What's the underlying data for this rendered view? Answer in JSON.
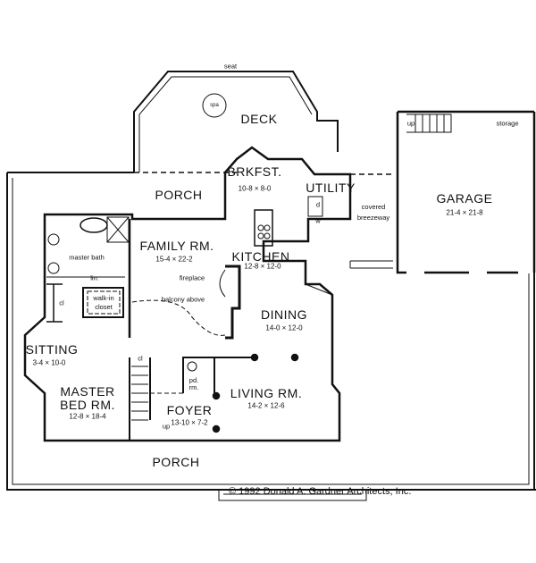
{
  "rooms": {
    "deck": {
      "name": "DECK"
    },
    "seat": {
      "name": "seat"
    },
    "spa": {
      "name": "spa"
    },
    "porch_rear": {
      "name": "PORCH"
    },
    "brkfst": {
      "name": "BRKFST.",
      "size": "10-8 × 8-0"
    },
    "utility": {
      "name": "UTILITY",
      "d": "d",
      "w": "w"
    },
    "breezeway": {
      "name": "covered breezeway"
    },
    "garage": {
      "name": "GARAGE",
      "size": "21-4 × 21-8",
      "up": "up",
      "storage": "storage"
    },
    "family": {
      "name": "FAMILY RM.",
      "size": "15-4 × 22-2"
    },
    "kitchen": {
      "name": "KITCHEN",
      "size": "12-8 × 12-0"
    },
    "master_bath": {
      "name": "master bath",
      "lin": "lin.",
      "cl": "cl"
    },
    "closet": {
      "name": "walk-in closet"
    },
    "fireplace": {
      "name": "fireplace"
    },
    "balcony": {
      "name": "balcony above"
    },
    "dining": {
      "name": "DINING",
      "size": "14-0 × 12-0"
    },
    "sitting": {
      "name": "SITTING",
      "size": "3-4 × 10-0"
    },
    "master_bed": {
      "name": "MASTER BED RM.",
      "size": "12-8 × 18-4"
    },
    "stair_cl": {
      "name": "cl"
    },
    "powder": {
      "name": "pd. rm."
    },
    "foyer": {
      "name": "FOYER",
      "size": "13-10 × 7-2",
      "up": "up"
    },
    "living": {
      "name": "LIVING RM.",
      "size": "14-2 × 12-6"
    },
    "porch_front": {
      "name": "PORCH"
    }
  },
  "copyright": "© 1992 Donald A. Gardner Architects, Inc."
}
